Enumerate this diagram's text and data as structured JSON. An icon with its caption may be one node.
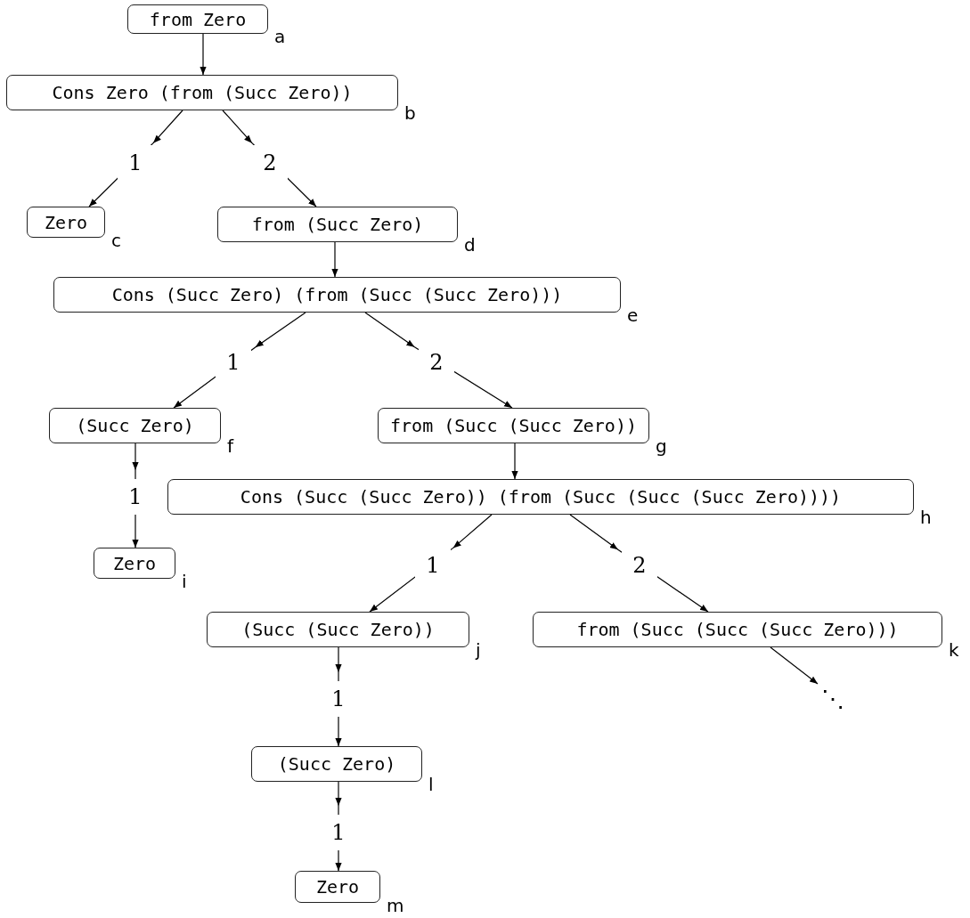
{
  "diagram": {
    "nodes": [
      {
        "text": [
          "from Zero"
        ],
        "beside": [
          "a"
        ]
      },
      {
        "text": [
          "Cons Zero (from (Succ Zero))"
        ],
        "beside": [
          "b"
        ]
      },
      {
        "text": [
          "Zero"
        ],
        "beside": [
          "c"
        ]
      },
      {
        "text": [
          "from (Succ Zero)"
        ],
        "beside": [
          "d"
        ]
      },
      {
        "text": [
          "Cons (Succ Zero) (from (Succ (Succ Zero)))"
        ],
        "beside": [
          "e"
        ]
      },
      {
        "text": [
          "(Succ Zero)"
        ],
        "beside": [
          "f"
        ]
      },
      {
        "text": [
          "from (Succ (Succ Zero))"
        ],
        "beside": [
          "g"
        ]
      },
      {
        "text": [
          "Cons (Succ (Succ Zero)) (from (Succ (Succ (Succ Zero))))"
        ],
        "beside": [
          "h"
        ]
      },
      {
        "text": [
          "Zero"
        ],
        "beside": [
          "i"
        ]
      },
      {
        "text": [
          "(Succ (Succ Zero))"
        ],
        "beside": [
          "j"
        ]
      },
      {
        "text": [
          "from (Succ (Succ (Succ Zero)))"
        ],
        "beside": [
          "k"
        ]
      },
      {
        "text": [
          "(Succ Zero)"
        ],
        "beside": [
          "l"
        ]
      },
      {
        "text": [
          "Zero"
        ],
        "beside": [
          "m"
        ]
      },
      {
        "text": [
          "⋱"
        ]
      }
    ],
    "edges": [
      {
        "from": 0,
        "to": 1,
        "arrow": "to"
      },
      {
        "from": 1,
        "to": 2,
        "arrow": "to",
        "label": "1"
      },
      {
        "from": 1,
        "to": 3,
        "arrow": "to",
        "label": "2"
      },
      {
        "from": 3,
        "to": 4,
        "arrow": "to"
      },
      {
        "from": 4,
        "to": 5,
        "arrow": "to",
        "label": "1"
      },
      {
        "from": 4,
        "to": 6,
        "arrow": "to",
        "label": "2"
      },
      {
        "from": 5,
        "to": 8,
        "arrow": "to",
        "label": "1"
      },
      {
        "from": 6,
        "to": 7,
        "arrow": "to"
      },
      {
        "from": 7,
        "to": 9,
        "arrow": "to",
        "label": "1"
      },
      {
        "from": 7,
        "to": 10,
        "arrow": "to",
        "label": "2"
      },
      {
        "from": 9,
        "to": 11,
        "arrow": "to",
        "label": "1"
      },
      {
        "from": 11,
        "to": 12,
        "arrow": "to",
        "label": "1"
      },
      {
        "from": 10,
        "to": 13,
        "arrow": "to"
      }
    ]
  }
}
